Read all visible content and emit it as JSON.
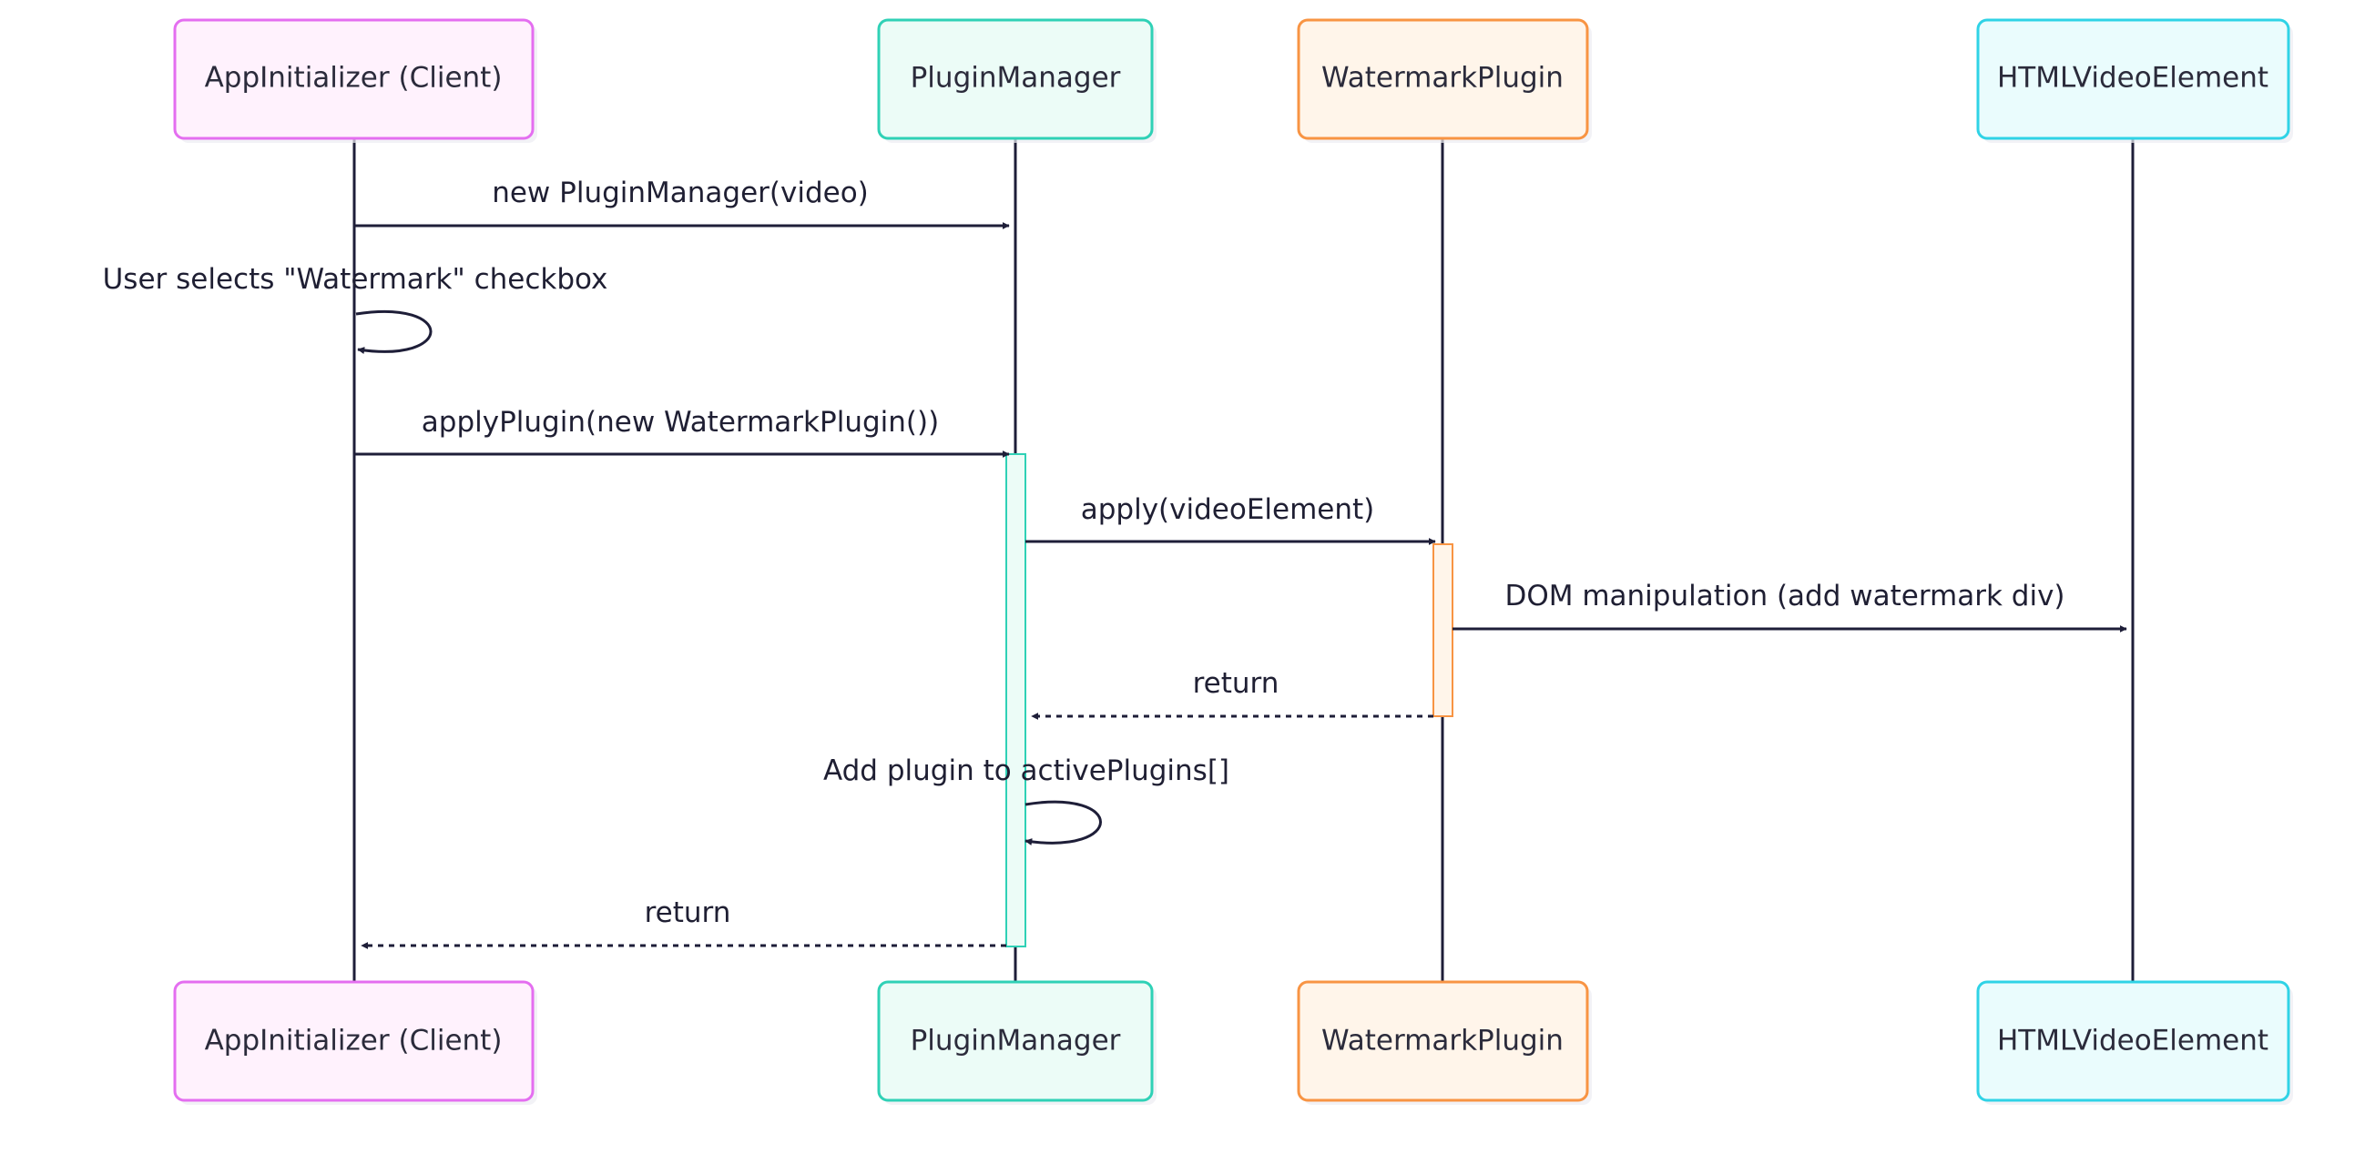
{
  "participants": [
    {
      "id": "client",
      "label": "AppInitializer (Client)",
      "stroke": "#e46ef0",
      "fill": "#fff2fd"
    },
    {
      "id": "manager",
      "label": "PluginManager",
      "stroke": "#2fd1b6",
      "fill": "#ecfcf7"
    },
    {
      "id": "watermark",
      "label": "WatermarkPlugin",
      "stroke": "#f89443",
      "fill": "#fff5ea"
    },
    {
      "id": "video",
      "label": "HTMLVideoElement",
      "stroke": "#2fd3e6",
      "fill": "#eafcfd"
    }
  ],
  "messages": [
    {
      "from": "client",
      "to": "manager",
      "label": "new PluginManager(video)",
      "style": "solid"
    },
    {
      "from": "client",
      "to": "client",
      "label": "User selects \"Watermark\" checkbox",
      "style": "self"
    },
    {
      "from": "client",
      "to": "manager",
      "label": "applyPlugin(new WatermarkPlugin())",
      "style": "solid"
    },
    {
      "from": "manager",
      "to": "watermark",
      "label": "apply(videoElement)",
      "style": "solid"
    },
    {
      "from": "watermark",
      "to": "video",
      "label": "DOM manipulation (add watermark div)",
      "style": "solid"
    },
    {
      "from": "watermark",
      "to": "manager",
      "label": "return",
      "style": "dashed"
    },
    {
      "from": "manager",
      "to": "manager",
      "label": "Add plugin to activePlugins[]",
      "style": "self"
    },
    {
      "from": "manager",
      "to": "client",
      "label": "return",
      "style": "dashed"
    }
  ],
  "colors": {
    "line": "#1e1e38",
    "text": "#2b2b3b"
  }
}
